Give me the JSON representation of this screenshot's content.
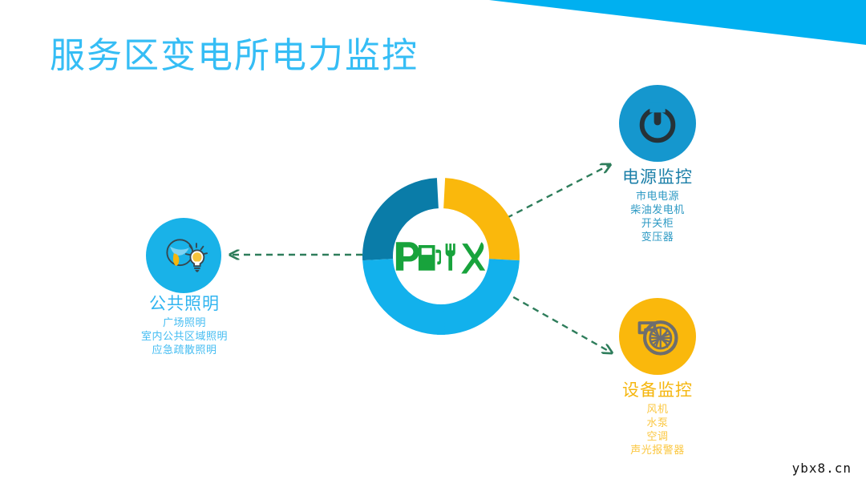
{
  "slide": {
    "title": "服务区变电所电力监控",
    "title_color": "#35BDF5",
    "background": "#FFFFFF",
    "corner_wedge_color": "#00B0F0",
    "watermark": "ybx8.cn"
  },
  "center": {
    "logo_text": "P",
    "logo_alt": "PIX service-area logo: letter P, fuel pump, fork and knife",
    "logo_color": "#18A33C",
    "donut_segments": [
      {
        "name": "top-left",
        "color": "#0A7CA8"
      },
      {
        "name": "top-right",
        "color": "#FAB80C"
      },
      {
        "name": "bottom-right",
        "color": "#12B1EC"
      },
      {
        "name": "bottom-left",
        "color": "#12B1EC"
      }
    ]
  },
  "connectors": {
    "color": "#2E7D5B",
    "style": "dashed",
    "items": [
      {
        "name": "to-power",
        "direction": "up-right"
      },
      {
        "name": "to-lighting",
        "direction": "left"
      },
      {
        "name": "to-equipment",
        "direction": "down-right"
      }
    ]
  },
  "nodes": [
    {
      "key": "power",
      "heading": "电源监控",
      "icon": "power-icon",
      "icon_circle_color": "#1597CE",
      "heading_color": "#1B7FA8",
      "items": [
        "市电电源",
        "柴油发电机",
        "开关柜",
        "变压器"
      ]
    },
    {
      "key": "lighting",
      "heading": "公共照明",
      "icon": "globe-lightbulb-icon",
      "icon_circle_color": "#19B2E8",
      "heading_color": "#30B4F0",
      "items": [
        "广场照明",
        "室内公共区域照明",
        "应急疏散照明"
      ]
    },
    {
      "key": "equipment",
      "heading": "设备监控",
      "icon": "blower-fan-icon",
      "icon_circle_color": "#FAB80C",
      "heading_color": "#F5B60E",
      "items": [
        "风机",
        "水泵",
        "空调",
        "声光报警器"
      ]
    }
  ]
}
